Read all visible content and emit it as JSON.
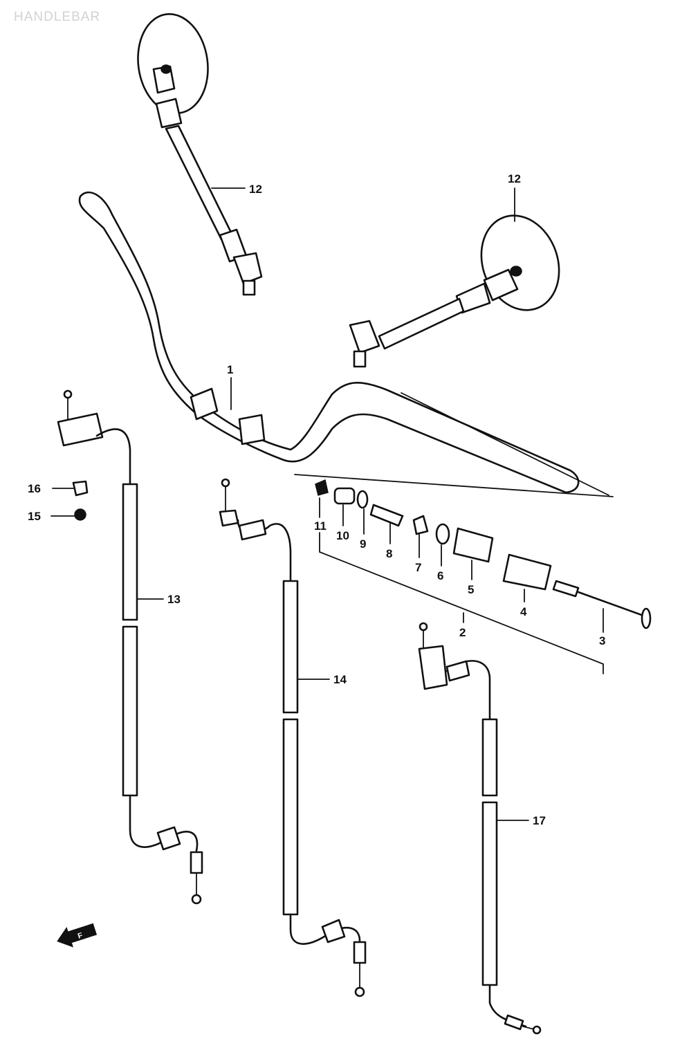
{
  "title": "HANDLEBAR",
  "callouts": [
    {
      "id": "c1",
      "label": "1"
    },
    {
      "id": "c2",
      "label": "2"
    },
    {
      "id": "c3",
      "label": "3"
    },
    {
      "id": "c4",
      "label": "4"
    },
    {
      "id": "c5",
      "label": "5"
    },
    {
      "id": "c6",
      "label": "6"
    },
    {
      "id": "c7",
      "label": "7"
    },
    {
      "id": "c8",
      "label": "8"
    },
    {
      "id": "c9",
      "label": "9"
    },
    {
      "id": "c10",
      "label": "10"
    },
    {
      "id": "c11",
      "label": "11"
    },
    {
      "id": "c12a",
      "label": "12"
    },
    {
      "id": "c12b",
      "label": "12"
    },
    {
      "id": "c13",
      "label": "13"
    },
    {
      "id": "c14",
      "label": "14"
    },
    {
      "id": "c15",
      "label": "15"
    },
    {
      "id": "c16",
      "label": "16"
    },
    {
      "id": "c17",
      "label": "17"
    }
  ],
  "front_arrow": {
    "label": "F"
  }
}
